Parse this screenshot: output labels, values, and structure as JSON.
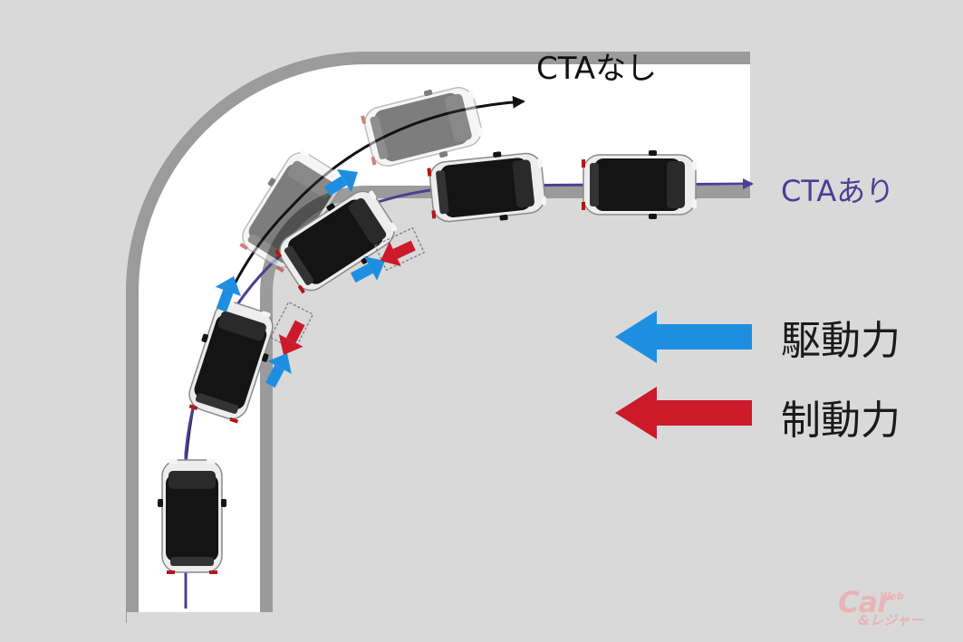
{
  "labels": {
    "cta_off": "CTAなし",
    "cta_on": "CTAあり"
  },
  "legend": {
    "drive_force": "駆動力",
    "brake_force": "制動力"
  },
  "watermark": {
    "brand_main": "Car",
    "brand_web": "Web",
    "brand_sub": "&レジャー"
  },
  "colors": {
    "background": "#d9d9d9",
    "road": "#ffffff",
    "curb": "#9b9b9b",
    "cta_on_path": "#4a3f94",
    "cta_off_path": "#111111",
    "drive_arrow": "#1e8fe0",
    "brake_arrow": "#cc1a2a"
  },
  "icons": {
    "car": "car-top-view-icon",
    "drive": "blue-arrow-icon",
    "brake": "red-arrow-icon"
  }
}
